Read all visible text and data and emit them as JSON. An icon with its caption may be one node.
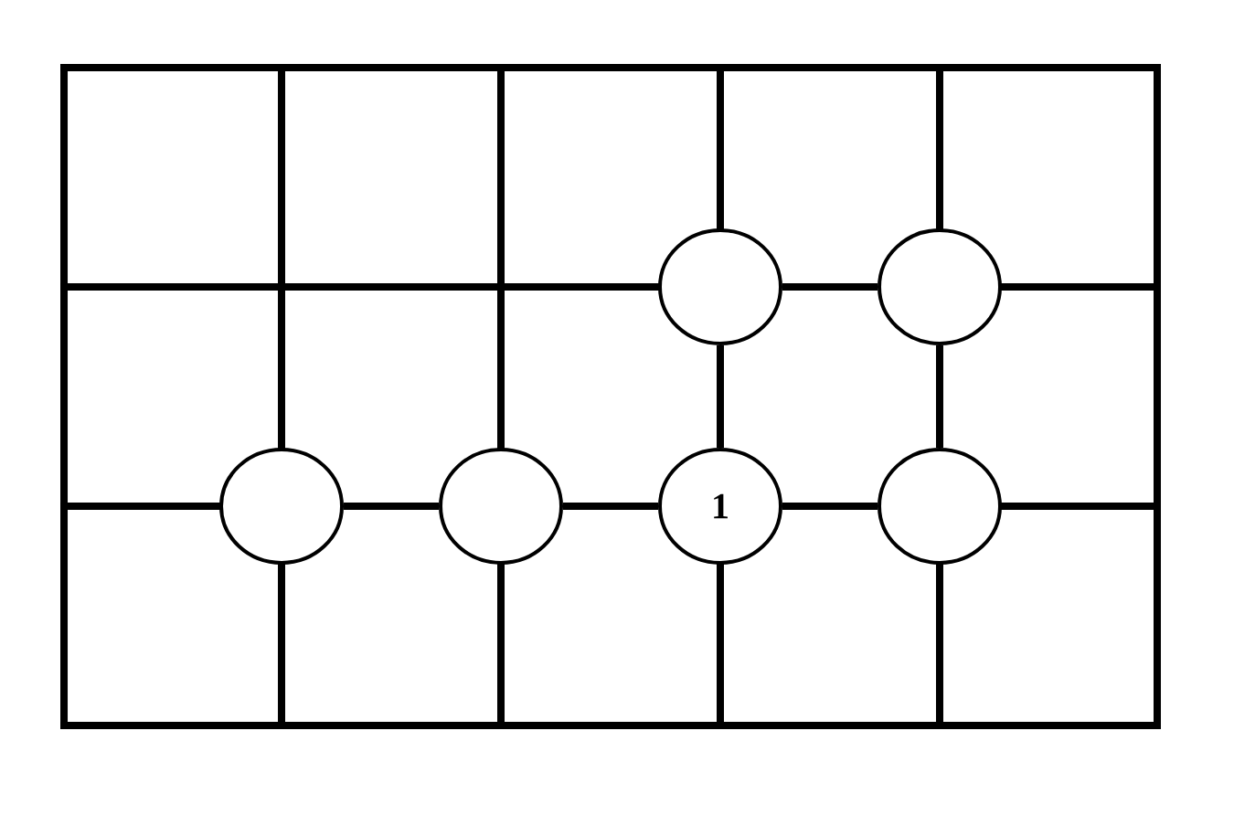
{
  "diagram": {
    "nodes": [
      {
        "text": [],
        "shape": "circle"
      },
      {
        "text": [],
        "shape": "circle"
      },
      {
        "text": [],
        "shape": "circle"
      },
      {
        "text": [],
        "shape": "circle"
      },
      {
        "text": [
          "1"
        ]
      },
      {
        "text": [],
        "shape": "circle"
      }
    ],
    "edges": [
      {
        "from": 0,
        "to": 1,
        "arrow": "none"
      },
      {
        "from": 0,
        "to": 4,
        "arrow": "none"
      },
      {
        "from": 1,
        "to": 5,
        "arrow": "none"
      },
      {
        "from": 2,
        "to": 3,
        "arrow": "none"
      },
      {
        "from": 3,
        "to": 4,
        "arrow": "none"
      },
      {
        "from": 4,
        "to": 5,
        "arrow": "none"
      }
    ]
  }
}
